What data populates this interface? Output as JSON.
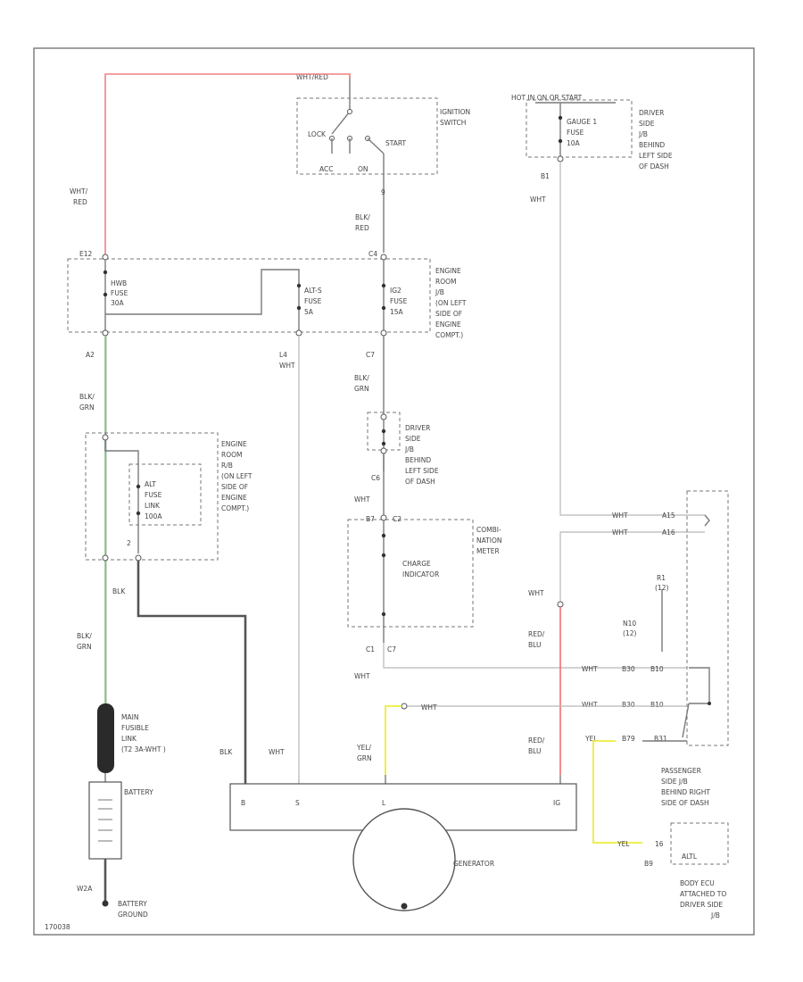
{
  "colors": {
    "wht_red": "#f08080",
    "blk_grn": "#8fd08f",
    "red_blu": "#f07070",
    "yel_grn": "#eded3a",
    "wire": "#7a7a7a",
    "light_wire": "#b8b8b8",
    "frame": "#777777"
  },
  "ignition": {
    "top_wire": "WHT/RED",
    "switch": "IGNITION SWITCH",
    "lock": "LOCK",
    "acc": "ACC",
    "on": "ON",
    "start": "START",
    "pin": "9",
    "wire_below": [
      "BLK/",
      "RED"
    ]
  },
  "left_wire": [
    "WHT/",
    "RED"
  ],
  "engine_jb": {
    "label": [
      "ENGINE",
      "ROOM",
      "J/B",
      "(ON LEFT",
      "SIDE OF",
      "ENGINE",
      "COMPT.)"
    ],
    "pin_e12": "E12",
    "pin_c4": "C4",
    "pin_a2": "A2",
    "pin_l4": "L4",
    "pin_c7": "C7",
    "hwb_fuse": [
      "HWB",
      "FUSE",
      "30A"
    ],
    "alts_fuse": [
      "ALT-S",
      "FUSE",
      "5A"
    ],
    "ig2_fuse": [
      "IG2",
      "FUSE",
      "15A"
    ]
  },
  "wires_mid": {
    "blk_grn_top": [
      "BLK/",
      "GRN"
    ],
    "wht_l4": "WHT",
    "blk_grn_c7": [
      "BLK/",
      "GRN"
    ],
    "wht_c6": "WHT",
    "blk": "BLK",
    "blk_grn_lower": [
      "BLK/",
      "GRN"
    ],
    "wht_c1": "WHT"
  },
  "driver_jb": {
    "label": [
      "DRIVER",
      "SIDE",
      "J/B",
      "BEHIND",
      "LEFT SIDE",
      "OF DASH"
    ],
    "pin": "C6"
  },
  "fusible_block": {
    "label": [
      "ENGINE",
      "ROOM",
      "R/B",
      "(ON LEFT",
      "SIDE OF",
      "ENGINE",
      "COMPT.)"
    ],
    "alt_fuse": [
      "ALT",
      "FUSE",
      "LINK",
      "100A"
    ],
    "pin": "2"
  },
  "combo_meter": {
    "label": [
      "COMBI-",
      "NATION",
      "METER"
    ],
    "pin_top": "B7",
    "pin_top2": "C2",
    "indicator": [
      "CHARGE",
      "INDICATOR"
    ],
    "pin_bottom": "C1",
    "pin_bottom2": "C7"
  },
  "top_right": {
    "feed": "HOT IN ON OR START",
    "fuse": [
      "GAUGE 1",
      "FUSE",
      "10A"
    ],
    "label": [
      "DRIVER",
      "SIDE",
      "J/B",
      "BEHIND",
      "LEFT SIDE",
      "OF DASH"
    ],
    "pin": "B1",
    "wire": "WHT"
  },
  "passenger_jb": {
    "label": [
      "PASSENGER",
      "SIDE J/B",
      "BEHIND RIGHT",
      "SIDE OF DASH"
    ],
    "rows": [
      {
        "wire": "WHT",
        "pin": "A15"
      },
      {
        "wire": "WHT",
        "pin": "A16"
      },
      {
        "wire": "WHT",
        "pin1": "B30",
        "pin2": "B10"
      },
      {
        "wire": "WHT",
        "pin1": "B30",
        "pin2": "B10"
      },
      {
        "wire": "YEL",
        "pin1": "B79",
        "pin2": "B31"
      }
    ],
    "r1": [
      "R1",
      "(12)"
    ],
    "n10": [
      "N10",
      "(12)"
    ]
  },
  "wire_right": {
    "wht": "WHT",
    "red_blu": [
      "RED/",
      "BLU"
    ],
    "red_blu_low": [
      "RED/",
      "BLU"
    ],
    "yel_grn_wht": "WHT"
  },
  "generator": {
    "label": "GENERATOR",
    "terminals": [
      "B",
      "S",
      "L",
      "IG"
    ],
    "wire_b": "BLK",
    "wire_s": "WHT",
    "wire_l": [
      "YEL/",
      "GRN"
    ],
    "wire_ig": [
      "RED/",
      "BLU"
    ]
  },
  "battery": {
    "fusible": [
      "MAIN",
      "FUSIBLE",
      "LINK",
      "(T2 3A-WHT )"
    ],
    "label": "BATTERY",
    "ground_pin": "W2A",
    "ground": [
      "BATTERY",
      "GROUND"
    ]
  },
  "body_ecu": {
    "label": [
      "BODY ECU",
      "ATTACHED TO",
      "DRIVER SIDE",
      "J/B"
    ],
    "wire": "YEL",
    "pin": "16",
    "pin2": "B9",
    "box": "ALTL"
  },
  "footer": "170038"
}
